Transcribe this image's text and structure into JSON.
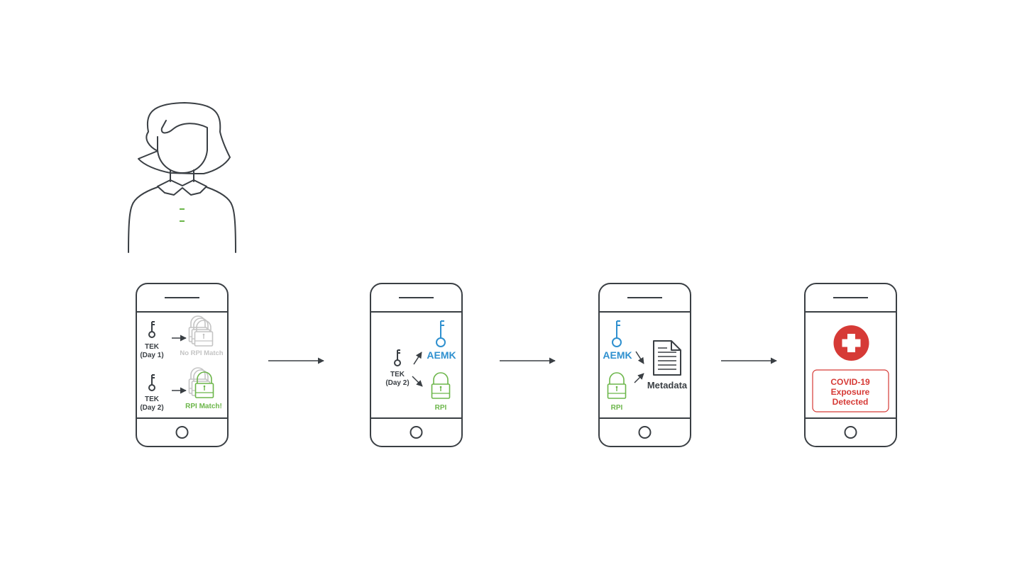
{
  "colors": {
    "stroke": "#3a3f44",
    "green": "#6cb64a",
    "blue": "#2f90cf",
    "gray": "#c4c4c4",
    "red": "#d63a36"
  },
  "icons": [
    "person-icon",
    "phone-icon",
    "key-icon",
    "lock-icon",
    "arrow-icon",
    "document-icon",
    "medical-cross-icon"
  ],
  "phone1": {
    "tek_day1_line1": "TEK",
    "tek_day1_line2": "(Day 1)",
    "no_match": "No RPI Match",
    "tek_day2_line1": "TEK",
    "tek_day2_line2": "(Day 2)",
    "match": "RPI Match!"
  },
  "phone2": {
    "tek_line1": "TEK",
    "tek_line2": "(Day 2)",
    "aemk": "AEMK",
    "rpi": "RPI"
  },
  "phone3": {
    "aemk": "AEMK",
    "rpi": "RPI",
    "metadata": "Metadata"
  },
  "phone4": {
    "alert_line1": "COVID-19",
    "alert_line2": "Exposure",
    "alert_line3": "Detected"
  }
}
